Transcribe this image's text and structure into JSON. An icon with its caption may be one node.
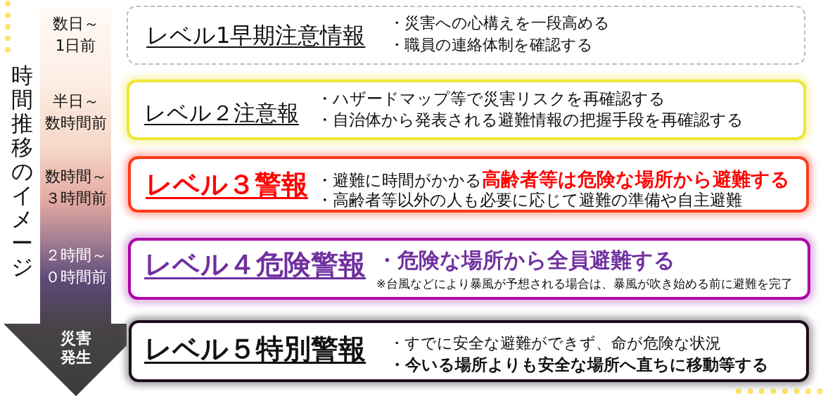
{
  "diagram": {
    "nodes": [
      {
        "text": [
          "時間推移のイメージ",
          "数日～1日前",
          "半日～数時間前",
          "数時間～３時間前",
          "２時間～０時間前",
          "災害発生"
        ]
      },
      {
        "text": [
          "レベル1早期注意情報",
          "・災害への心構えを一段高める",
          "・職員の連絡体制を確認する"
        ]
      },
      {
        "text": [
          "レベル２注意報",
          "・ハザードマップ等で災害リスクを再確認する",
          "・自治体から発表される避難情報の把握手段を再確認する"
        ]
      },
      {
        "text": [
          "レベル３警報",
          "・避難に時間がかかる**高齢者等は危険な場所から避難する**",
          "・高齢者等以外の人も必要に応じて避難の準備や自主避難"
        ]
      },
      {
        "text": [
          "レベル４危険警報",
          "・危険な場所から全員避難する",
          "※台風などにより暴風が予想される場合は、暴風が吹き始める前に避難を完了"
        ]
      },
      {
        "text": [
          "レベル５特別警報",
          "・すでに安全な避難ができず、命が危険な状況",
          "・今いる場所よりも安全な場所へ直ちに移動等する"
        ]
      }
    ]
  }
}
